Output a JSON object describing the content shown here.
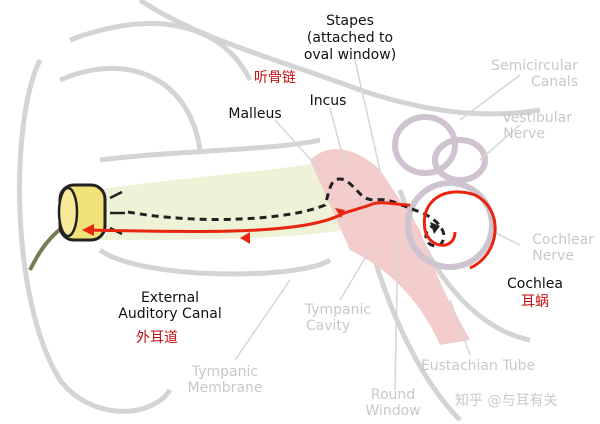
{
  "labels": {
    "stapes": [
      "Stapes",
      "(attached to",
      "oval window)"
    ],
    "ossicles_cn": "听骨链",
    "incus": "Incus",
    "malleus": "Malleus",
    "semicircular": [
      "Semicircular",
      "Canals"
    ],
    "vestibular": [
      "Vestibular",
      "Nerve"
    ],
    "cochlear_nerve": [
      "Cochlear",
      "Nerve"
    ],
    "cochlea": "Cochlea",
    "cochlea_cn": "耳蜗",
    "canal": [
      "External",
      "Auditory Canal"
    ],
    "canal_cn": "外耳道",
    "tympanic_cavity": [
      "Tympanic",
      "Cavity"
    ],
    "tympanic_membrane": [
      "Tympanic",
      "Membrane"
    ],
    "round_window": [
      "Round",
      "Window"
    ],
    "eustachian": "Eustachian Tube"
  },
  "watermark": "知乎 @与耳有关",
  "colors": {
    "sound_path": "#e8250f",
    "speaker": "#f2e27a",
    "highlight": "#f0c8c8",
    "anatomy": "#d0d0d0"
  }
}
